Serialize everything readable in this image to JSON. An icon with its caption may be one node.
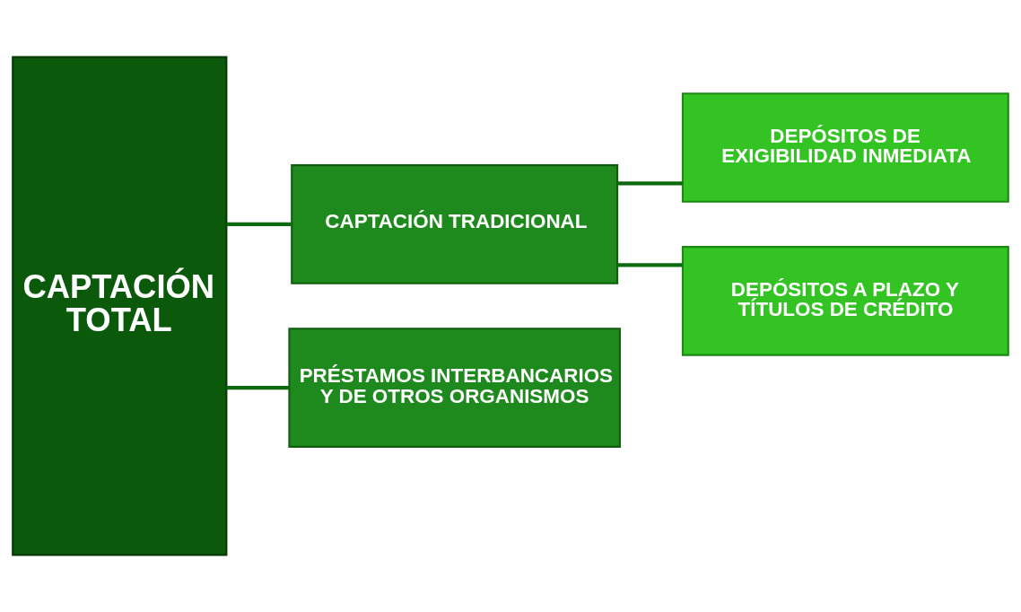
{
  "diagram": {
    "nodes": [
      {
        "text": [
          "CAPTACIÓN TOTAL"
        ]
      },
      {
        "text": [
          "CAPTACIÓN TRADICIONAL"
        ]
      },
      {
        "text": [
          "PRÉSTAMOS INTERBANCARIOS Y DE OTROS ORGANISMOS"
        ]
      },
      {
        "text": [
          "DEPÓSITOS DE EXIGIBILIDAD INMEDIATA"
        ]
      },
      {
        "text": [
          "DEPÓSITOS A PLAZO Y TÍTULOS DE CRÉDITO"
        ]
      }
    ],
    "edges": [
      {
        "from": 0,
        "to": 1,
        "arrow": "none"
      },
      {
        "from": 0,
        "to": 2,
        "arrow": "none"
      },
      {
        "from": 1,
        "to": 3,
        "arrow": "none"
      },
      {
        "from": 1,
        "to": 4,
        "arrow": "none"
      }
    ]
  }
}
